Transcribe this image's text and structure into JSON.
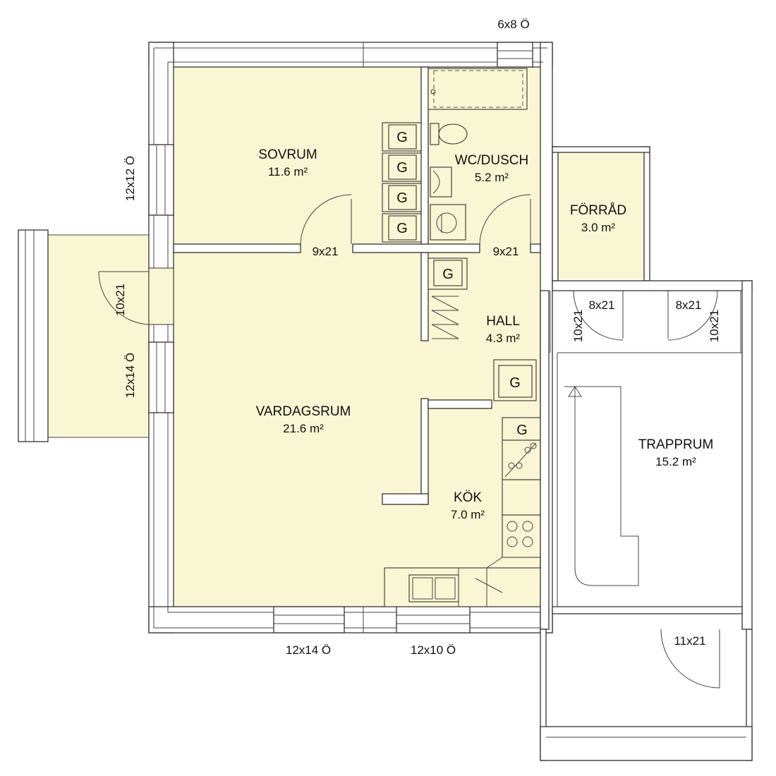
{
  "rooms": {
    "sovrum": {
      "name": "SOVRUM",
      "area": "11.6 m²"
    },
    "wc_dusch": {
      "name": "WC/DUSCH",
      "area": "5.2 m²"
    },
    "forrad": {
      "name": "FÖRRÅD",
      "area": "3.0 m²"
    },
    "hall": {
      "name": "HALL",
      "area": "4.3 m²"
    },
    "vardagsrum": {
      "name": "VARDAGSRUM",
      "area": "21.6 m²"
    },
    "kok": {
      "name": "KÖK",
      "area": "7.0 m²"
    },
    "trapprum": {
      "name": "TRAPPRUM",
      "area": "15.2 m²"
    }
  },
  "doors": {
    "sovrum": "9x21",
    "wc": "9x21",
    "balcony": "10x21",
    "forrad_left": "8x21",
    "forrad_left_side": "10x21",
    "trapp_right": "8x21",
    "trapp_right_side": "10x21",
    "entrance": "11x21"
  },
  "windows": {
    "top": "6x8 Ö",
    "left_upper": "12x12 Ö",
    "left_lower": "12x14 Ö",
    "bottom_left": "12x14 Ö",
    "bottom_right": "12x10 Ö"
  },
  "appliance_symbol": "G",
  "colors": {
    "floor": "#f9f6d3",
    "wall": "#ffffff",
    "line": "#333333"
  }
}
